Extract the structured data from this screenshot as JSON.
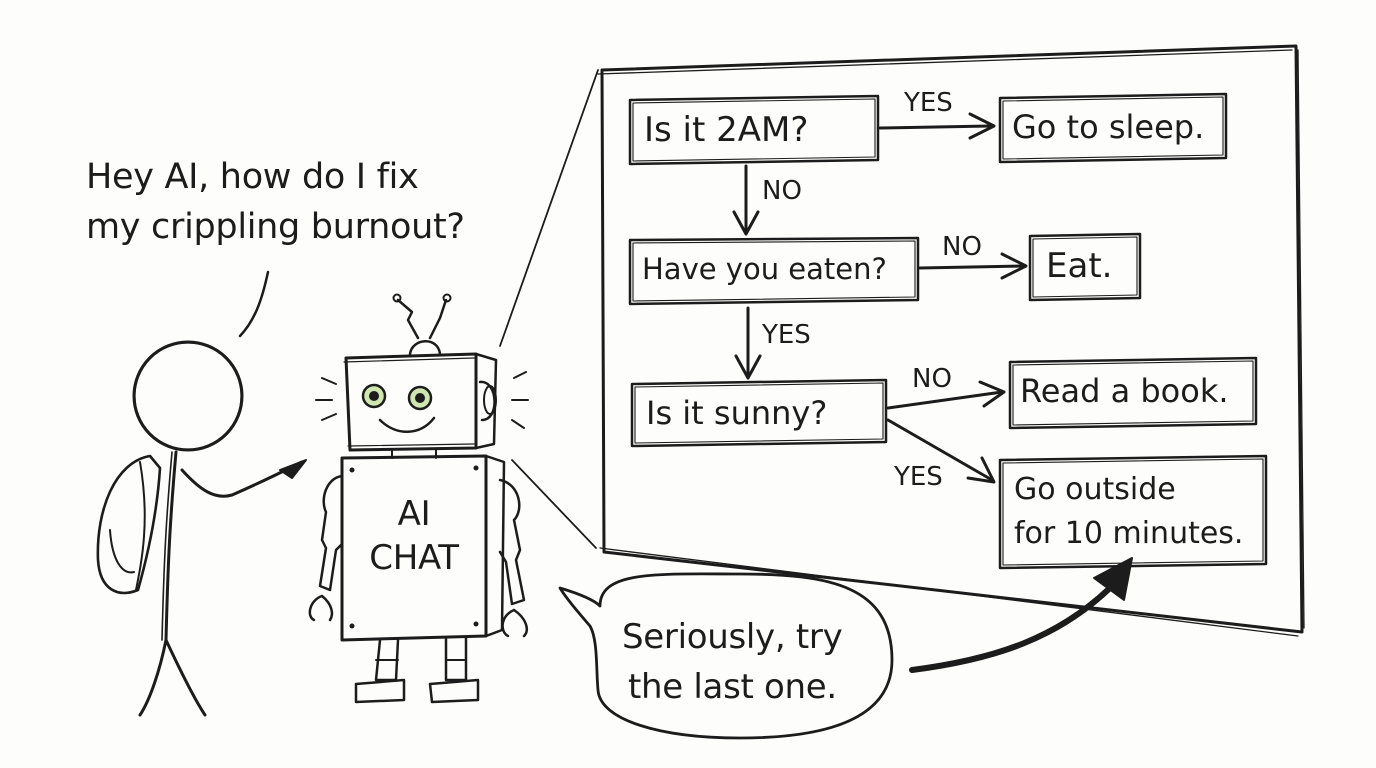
{
  "human": {
    "speech_line1": "Hey AI, how do I fix",
    "speech_line2": "my crippling burnout?"
  },
  "robot": {
    "chest_line1": "AI",
    "chest_line2": "CHAT",
    "speech_line1": "Seriously, try",
    "speech_line2": "the last one."
  },
  "flowchart": {
    "q1": "Is it 2AM?",
    "q1_yes_label": "YES",
    "a1": "Go to sleep.",
    "q1_no_label": "NO",
    "q2": "Have you eaten?",
    "q2_no_label": "NO",
    "a2": "Eat.",
    "q2_yes_label": "YES",
    "q3": "Is it sunny?",
    "q3_no_label": "NO",
    "a3": "Read a book.",
    "q3_yes_label": "YES",
    "a4_line1": "Go outside",
    "a4_line2": "for 10 minutes."
  },
  "colors": {
    "ink": "#1c1c1c",
    "paper": "#fdfdfb",
    "eye_glow": "#cfe6b0"
  }
}
